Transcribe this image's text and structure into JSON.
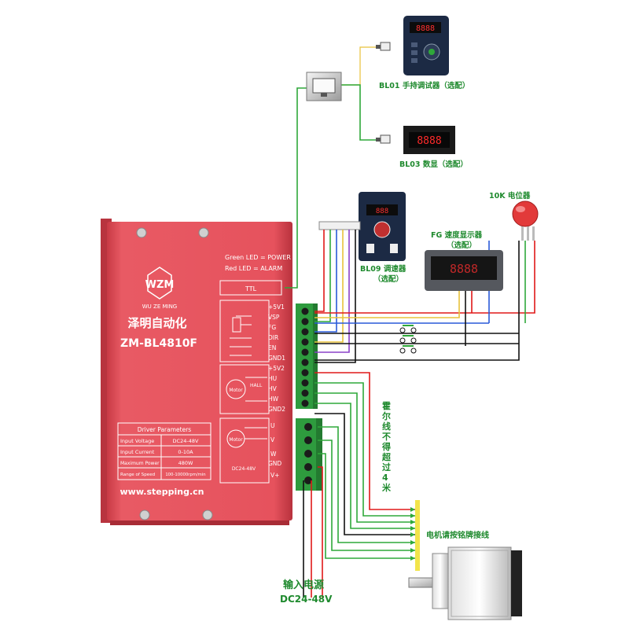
{
  "driver": {
    "logo_text": "WU ZE MING",
    "company": "泽明自动化",
    "model": "ZM-BL4810F",
    "led_green": "Green LED = POWER",
    "led_red": "Red LED = ALARM",
    "ttl": "TTL",
    "params_title": "Driver Parameters",
    "params": [
      {
        "label": "Input Voltage",
        "value": "DC24-48V"
      },
      {
        "label": "Input Current",
        "value": "0-10A"
      },
      {
        "label": "Maximum Power",
        "value": "480W"
      },
      {
        "label": "Range of Speed",
        "value": "100-10000rpm/min"
      }
    ],
    "website": "www.stepping.cn",
    "control_terminals": [
      "+5V1",
      "VSP",
      "FG",
      "DIR",
      "EN",
      "GND1"
    ],
    "hall_terminals": [
      "+5V2",
      "HU",
      "HV",
      "HW",
      "GND2"
    ],
    "hall_label": "HALL",
    "motor_label": "Motor",
    "power_terminals": [
      "U",
      "V",
      "W",
      "GND",
      "V+"
    ],
    "power_dc_label": "DC24-48V"
  },
  "accessories": {
    "bl01": "BL01 手持调试器（选配）",
    "bl03": "BL03 数显（选配）",
    "bl09_line1": "BL09 调速器",
    "bl09_line2": "（选配）",
    "fg": "FG 速度显示器",
    "fg_sub": "（选配）",
    "pot": "10K 电位器"
  },
  "notes": {
    "hall_length": "霍尔线不得超过4米",
    "motor_wiring": "电机请按铭牌接线",
    "input_power_line1": "输入电源",
    "input_power_line2": "DC24-48V"
  },
  "colors": {
    "driver_body": "#e8505b",
    "terminal_green": "#2e9b3e",
    "wire_red": "#e01818",
    "wire_green": "#2fa83a",
    "wire_black": "#111111",
    "wire_blue": "#2a5ad8",
    "wire_yellow": "#e8c23a",
    "wire_purple": "#8a40c8",
    "label_green": "#1f8a2e"
  }
}
